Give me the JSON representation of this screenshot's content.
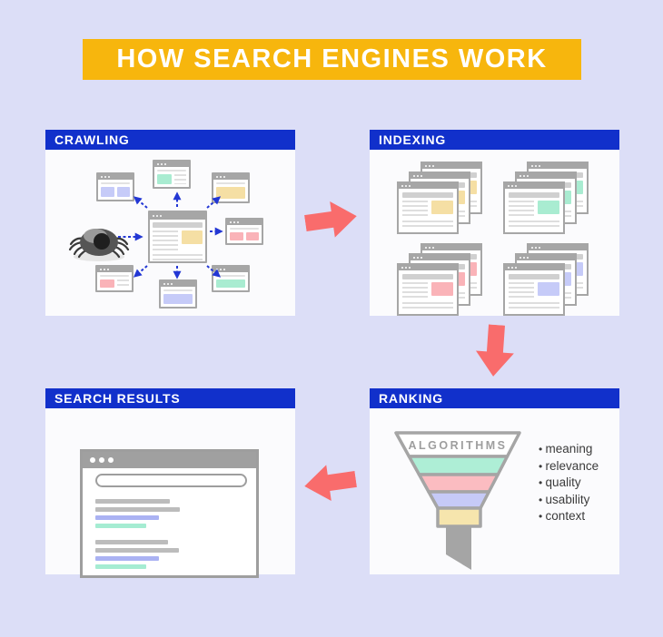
{
  "title": "HOW SEARCH ENGINES WORK",
  "panels": {
    "crawling": {
      "label": "CRAWLING"
    },
    "indexing": {
      "label": "INDEXING"
    },
    "search_results": {
      "label": "SEARCH RESULTS"
    },
    "ranking": {
      "label": "RANKING",
      "funnel_label": "ALGORITHMS",
      "criteria": [
        "meaning",
        "relevance",
        "quality",
        "usability",
        "context"
      ]
    }
  },
  "flow": [
    "crawling to indexing",
    "indexing to ranking",
    "ranking to search results"
  ],
  "icons": {
    "spider": "spider-icon",
    "window_dots": "window-dots-icon",
    "flow_arrow": "arrow-icon",
    "funnel": "funnel-icon"
  },
  "colors": {
    "background": "#dcdef7",
    "panel": "#fbfbfd",
    "header_blue": "#1130cb",
    "title_yellow": "#f7b60d",
    "arrow_coral": "#f96c6c",
    "dashed_arrow_blue": "#2337d4",
    "accent_yellow": "#f5dfa4",
    "accent_green": "#a9ecd1",
    "accent_pink": "#fab3b8",
    "accent_lavender": "#c6cbf8"
  }
}
